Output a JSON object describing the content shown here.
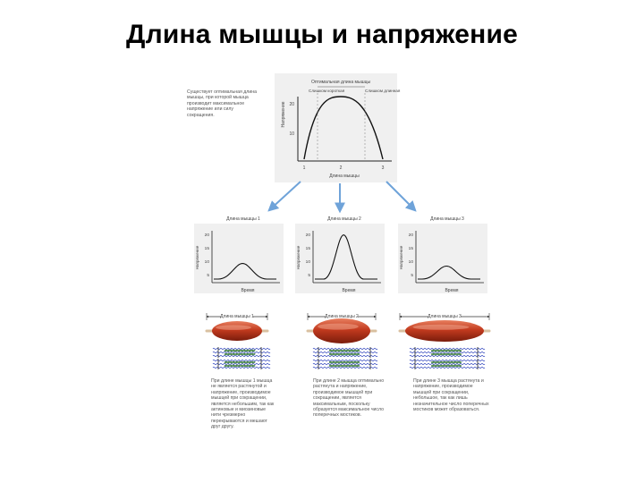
{
  "title": "Длина мышцы и напряжение",
  "top_graph": {
    "label_optimal": "Оптимальная длина мышцы",
    "label_short": "Слишком короткая",
    "label_long": "Слишком длинная",
    "ylabel": "Напряжение",
    "xlabel": "Длина мышцы",
    "y_ticks": [
      "20",
      "10"
    ],
    "x_ticks": [
      "1",
      "2",
      "3"
    ],
    "note": "Существует оптимальная длина мышцы, при которой мышца производит максимальное напряжение или силу сокращения."
  },
  "small_graphs": [
    {
      "title": "Длина мышцы 1",
      "xlabel": "Время",
      "ylabel": "Напряжение",
      "y_ticks": [
        "20",
        "15",
        "10",
        "5"
      ]
    },
    {
      "title": "Длина мышцы 2",
      "xlabel": "Время",
      "ylabel": "Напряжение",
      "y_ticks": [
        "20",
        "15",
        "10",
        "5"
      ]
    },
    {
      "title": "Длина мышцы 3",
      "xlabel": "Время",
      "ylabel": "Напряжение",
      "y_ticks": [
        "20",
        "15",
        "10",
        "5"
      ]
    }
  ],
  "muscles": [
    {
      "label": "Длина мышцы 1"
    },
    {
      "label": "Длина мышцы 2"
    },
    {
      "label": "Длина мышцы 3"
    }
  ],
  "notes": [
    "При длине мышцы 1 мышца не является растянутой и напряжение, производимое мышцей при сокращении, является небольшим, так как актиновые и миозиновые нити чрезмерно перекрываются и мешают друг другу.",
    "При длине 2 мышца оптимально растянута и напряжение, производимое мышцей при сокращении, является максимальным, поскольку образуется максимальное число поперечных мостиков.",
    "При длине 3 мышца растянута и напряжение, производимое мышцей при сокращении, небольшое, так как лишь незначительное число поперечных мостиков может образоваться."
  ],
  "colors": {
    "muscle": "#c23a1e",
    "muscle_highlight": "#e88060",
    "arrow": "#6fa3d9",
    "actin": "#3a4ec0",
    "myosin": "#3a7a3a",
    "panel": "#f0f0f0"
  }
}
